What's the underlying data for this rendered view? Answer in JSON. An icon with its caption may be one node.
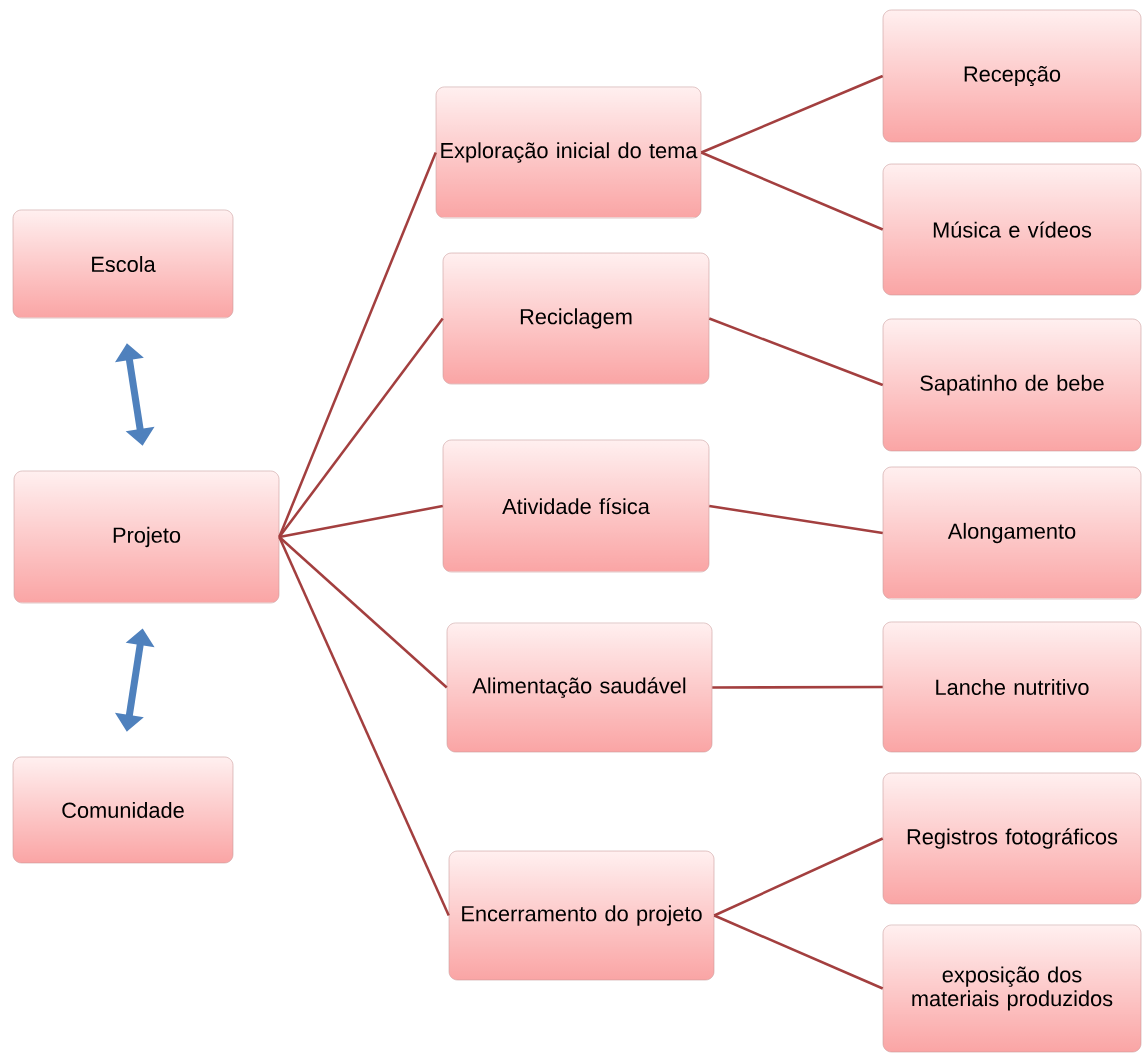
{
  "diagram": {
    "nodes": [
      {
        "text": [
          "Escola"
        ]
      },
      {
        "text": [
          "Projeto"
        ]
      },
      {
        "text": [
          "Comunidade"
        ]
      },
      {
        "text": [
          "Exploração inicial do tema"
        ]
      },
      {
        "text": [
          "Reciclagem"
        ]
      },
      {
        "text": [
          "Atividade física"
        ]
      },
      {
        "text": [
          "Alimentação saudável"
        ]
      },
      {
        "text": [
          "Encerramento do projeto"
        ]
      },
      {
        "text": [
          "Recepção"
        ]
      },
      {
        "text": [
          "Música e vídeos"
        ]
      },
      {
        "text": [
          "Sapatinho de bebe"
        ]
      },
      {
        "text": [
          "Alongamento"
        ]
      },
      {
        "text": [
          "Lanche nutritivo"
        ]
      },
      {
        "text": [
          "Registros fotográficos"
        ]
      },
      {
        "text": [
          "exposição dos materiais produzidos"
        ]
      }
    ],
    "edges": [
      {
        "from": 0,
        "to": 1,
        "arrow": "both",
        "style": "thick",
        "color": "#4f81bd"
      },
      {
        "from": 1,
        "to": 2,
        "arrow": "both",
        "style": "thick",
        "color": "#4f81bd"
      },
      {
        "from": 1,
        "to": 3,
        "arrow": "none"
      },
      {
        "from": 1,
        "to": 4,
        "arrow": "none"
      },
      {
        "from": 1,
        "to": 5,
        "arrow": "none"
      },
      {
        "from": 1,
        "to": 6,
        "arrow": "none"
      },
      {
        "from": 1,
        "to": 7,
        "arrow": "none"
      },
      {
        "from": 3,
        "to": 8,
        "arrow": "none"
      },
      {
        "from": 3,
        "to": 9,
        "arrow": "none"
      },
      {
        "from": 4,
        "to": 10,
        "arrow": "none"
      },
      {
        "from": 5,
        "to": 11,
        "arrow": "none"
      },
      {
        "from": 6,
        "to": 12,
        "arrow": "none"
      },
      {
        "from": 7,
        "to": 13,
        "arrow": "none"
      },
      {
        "from": 7,
        "to": 14,
        "arrow": "none"
      }
    ]
  }
}
